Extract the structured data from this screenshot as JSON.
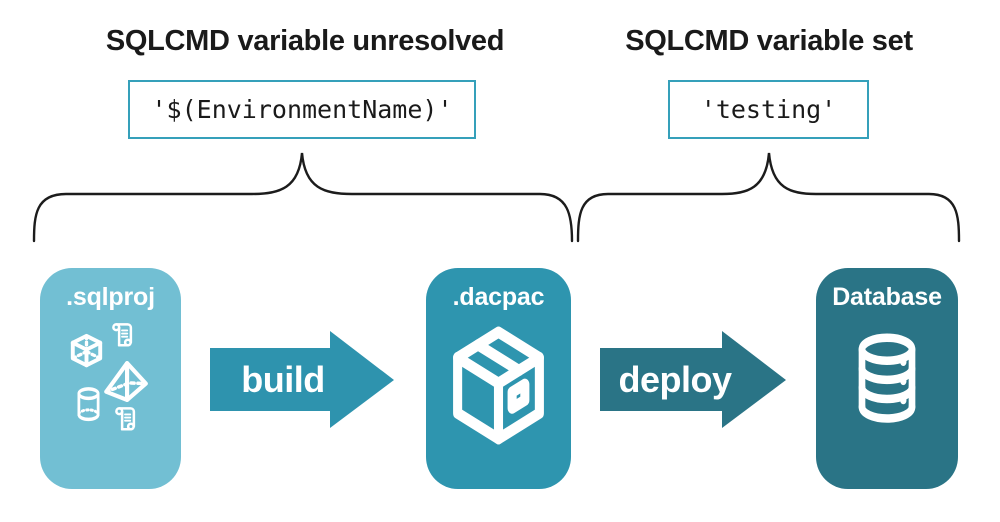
{
  "figure": {
    "annotations": {
      "unresolved": {
        "heading": "SQLCMD variable unresolved",
        "value": "'$(EnvironmentName)'"
      },
      "set": {
        "heading": "SQLCMD variable set",
        "value": "'testing'"
      }
    },
    "stages": [
      {
        "id": "sqlproj",
        "label": ".sqlproj",
        "icon": "sql-objects-icon"
      },
      {
        "id": "dacpac",
        "label": ".dacpac",
        "icon": "package-box-icon"
      },
      {
        "id": "database",
        "label": "Database",
        "icon": "database-cylinder-icon"
      }
    ],
    "arrows": [
      {
        "label": "build"
      },
      {
        "label": "deploy"
      }
    ],
    "colors": {
      "stage-sqlproj": "#72BFD3",
      "stage-dacpac": "#2E95AF",
      "stage-database": "#2A7486",
      "arrow-build": "#2E93AE",
      "arrow-deploy": "#2A7486",
      "code-border": "#35A0BA",
      "text": "#1A1A1A",
      "brace": "#1C1C1C",
      "label-text": "#FFFFFF"
    }
  }
}
